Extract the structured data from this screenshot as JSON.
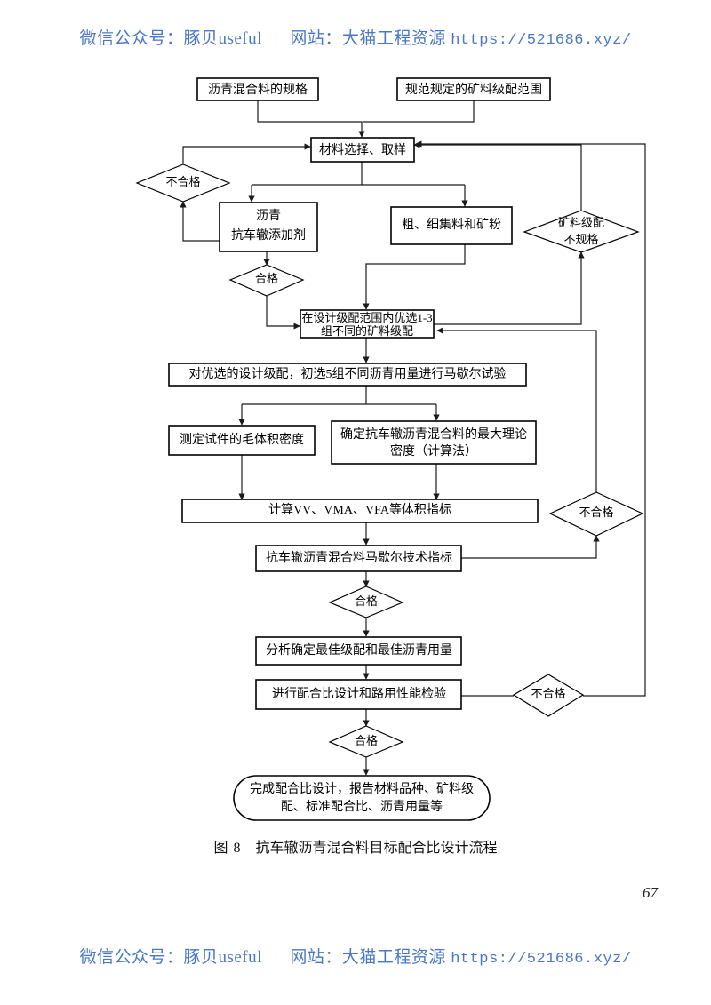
{
  "watermark": {
    "prefix": "微信公众号：豚贝useful",
    "separator": "｜",
    "site": "网站：大猫工程资源",
    "url": "https://521686.xyz/"
  },
  "caption": {
    "figure_label": "图 8",
    "title": "抗车辙沥青混合料目标配合比设计流程"
  },
  "page_number": "67",
  "chart_data": {
    "type": "diagram",
    "title": "抗车辙沥青混合料目标配合比设计流程",
    "nodes": [
      {
        "id": "spec_mix",
        "shape": "rect",
        "label": "沥青混合料的规格"
      },
      {
        "id": "spec_grad",
        "shape": "rect",
        "label": "规范规定的矿料级配范围"
      },
      {
        "id": "select",
        "shape": "rect",
        "label": "材料选择、取样"
      },
      {
        "id": "fail_left",
        "shape": "diamond",
        "label": "不合格"
      },
      {
        "id": "additive",
        "shape": "rect",
        "label_line1": "沥青",
        "label_line2": "抗车辙添加剂"
      },
      {
        "id": "aggregate",
        "shape": "rect",
        "label": "粗、细集料和矿粉"
      },
      {
        "id": "grad_bad",
        "shape": "diamond",
        "label_line1": "矿料级配",
        "label_line2": "不规格"
      },
      {
        "id": "pass_1",
        "shape": "diamond",
        "label": "合格"
      },
      {
        "id": "preselect",
        "shape": "rect",
        "label_line1": "在设计级配范围内优选1-3",
        "label_line2": "组不同的矿料级配"
      },
      {
        "id": "marshall",
        "shape": "rect",
        "label": "对优选的设计级配，初选5组不同沥青用量进行马歇尔试验"
      },
      {
        "id": "bulk_density",
        "shape": "rect",
        "label": "测定试件的毛体积密度"
      },
      {
        "id": "max_density",
        "shape": "rect",
        "label_line1": "确定抗车辙沥青混合料的最大理论",
        "label_line2": "密度（计算法）"
      },
      {
        "id": "volume_calc",
        "shape": "rect",
        "label_pre": "计算",
        "label_ital1": "VV",
        "label_mid1": "、",
        "label_ital2": "VMA",
        "label_mid2": "、",
        "label_ital3": "VFA",
        "label_post": "等体积指标"
      },
      {
        "id": "fail_mid",
        "shape": "diamond",
        "label": "不合格"
      },
      {
        "id": "marshall_idx",
        "shape": "rect",
        "label": "抗车辙沥青混合料马歇尔技术指标"
      },
      {
        "id": "pass_2",
        "shape": "diamond",
        "label": "合格"
      },
      {
        "id": "analyze",
        "shape": "rect",
        "label": "分析确定最佳级配和最佳沥青用量"
      },
      {
        "id": "mix_design",
        "shape": "rect",
        "label": "进行配合比设计和路用性能检验"
      },
      {
        "id": "fail_bottom",
        "shape": "diamond",
        "label": "不合格"
      },
      {
        "id": "pass_3",
        "shape": "diamond",
        "label": "合格"
      },
      {
        "id": "finish",
        "shape": "stadium",
        "label_line1": "完成配合比设计，报告材料品种、矿料级",
        "label_line2": "配、标准配合比、沥青用量等"
      }
    ],
    "edges": [
      {
        "from": "spec_mix",
        "to": "select"
      },
      {
        "from": "spec_grad",
        "to": "select"
      },
      {
        "from": "select",
        "to": "additive"
      },
      {
        "from": "select",
        "to": "aggregate"
      },
      {
        "from": "additive",
        "to": "fail_left"
      },
      {
        "from": "fail_left",
        "to": "select"
      },
      {
        "from": "additive",
        "to": "pass_1"
      },
      {
        "from": "pass_1",
        "to": "preselect"
      },
      {
        "from": "aggregate",
        "to": "preselect"
      },
      {
        "from": "preselect",
        "to": "grad_bad"
      },
      {
        "from": "grad_bad",
        "to": "select"
      },
      {
        "from": "preselect",
        "to": "marshall"
      },
      {
        "from": "marshall",
        "to": "bulk_density"
      },
      {
        "from": "marshall",
        "to": "max_density"
      },
      {
        "from": "bulk_density",
        "to": "volume_calc"
      },
      {
        "from": "max_density",
        "to": "volume_calc"
      },
      {
        "from": "volume_calc",
        "to": "marshall_idx"
      },
      {
        "from": "marshall_idx",
        "to": "fail_mid"
      },
      {
        "from": "fail_mid",
        "to": "preselect"
      },
      {
        "from": "marshall_idx",
        "to": "pass_2"
      },
      {
        "from": "pass_2",
        "to": "analyze"
      },
      {
        "from": "analyze",
        "to": "mix_design"
      },
      {
        "from": "mix_design",
        "to": "fail_bottom"
      },
      {
        "from": "fail_bottom",
        "to": "select"
      },
      {
        "from": "mix_design",
        "to": "pass_3"
      },
      {
        "from": "pass_3",
        "to": "finish"
      }
    ]
  }
}
